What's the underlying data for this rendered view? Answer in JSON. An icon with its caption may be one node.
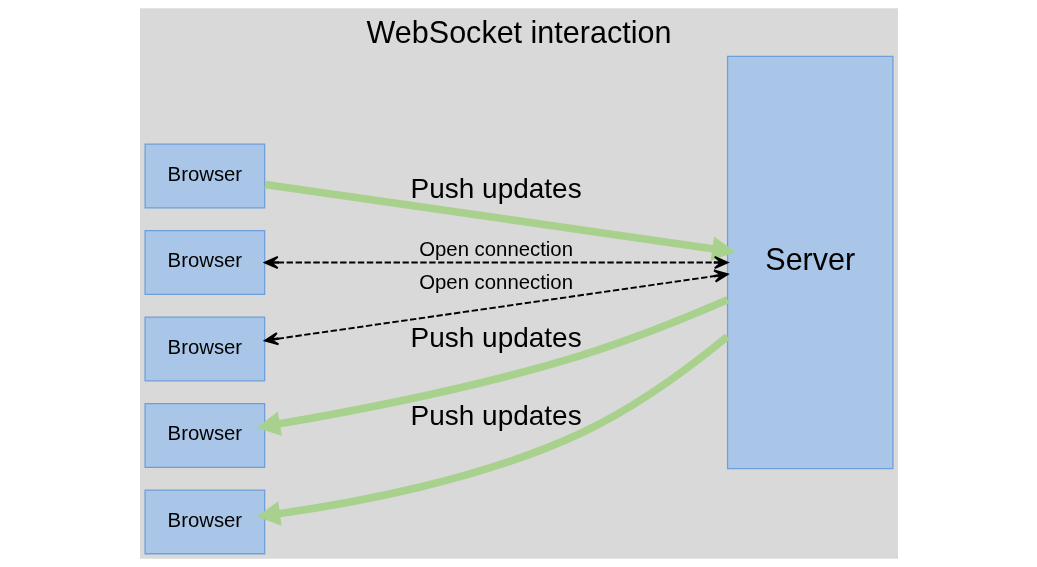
{
  "diagram": {
    "title": "WebSocket interaction",
    "nodes": [
      {
        "text": [
          "Browser"
        ]
      },
      {
        "text": [
          "Browser"
        ]
      },
      {
        "text": [
          "Browser"
        ]
      },
      {
        "text": [
          "Browser"
        ]
      },
      {
        "text": [
          "Browser"
        ]
      },
      {
        "text": [
          "Server"
        ]
      }
    ],
    "edges": [
      {
        "from": 0,
        "to": 5,
        "arrow": "to",
        "label": "Push updates"
      },
      {
        "from": 1,
        "to": 5,
        "arrow": "both",
        "label": "Open connection",
        "style": "dashed",
        "color": "#000000"
      },
      {
        "from": 5,
        "to": 2,
        "arrow": "to",
        "label": "Push updates"
      },
      {
        "from": 3,
        "to": 5,
        "arrow": "both",
        "label": "Open connection",
        "style": "dashed",
        "color": "#000000"
      },
      {
        "from": 5,
        "to": 4,
        "arrow": "to",
        "label": "Push updates"
      }
    ]
  }
}
